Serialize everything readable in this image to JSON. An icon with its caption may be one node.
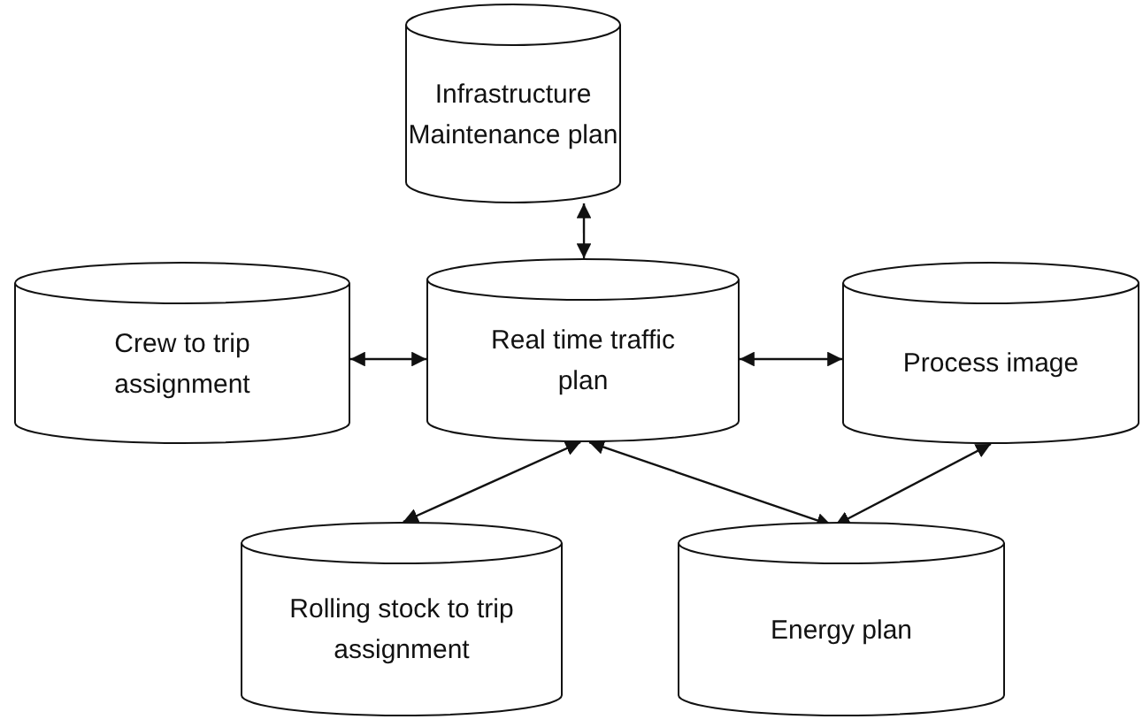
{
  "diagram": {
    "nodes": [
      {
        "text": [
          "Infrastructure Maintenance plan"
        ]
      },
      {
        "text": [
          "Crew to trip assignment"
        ]
      },
      {
        "text": [
          "Real time traffic plan"
        ]
      },
      {
        "text": [
          "Process image"
        ]
      },
      {
        "text": [
          "Rolling stock to trip assignment"
        ]
      },
      {
        "text": [
          "Energy plan"
        ]
      }
    ],
    "edges": [
      {
        "from": 0,
        "to": 2,
        "arrow": "both"
      },
      {
        "from": 1,
        "to": 2,
        "arrow": "both"
      },
      {
        "from": 2,
        "to": 3,
        "arrow": "both"
      },
      {
        "from": 2,
        "to": 4,
        "arrow": "both"
      },
      {
        "from": 2,
        "to": 5,
        "arrow": "both"
      },
      {
        "from": 5,
        "to": 3,
        "arrow": "both"
      }
    ]
  }
}
